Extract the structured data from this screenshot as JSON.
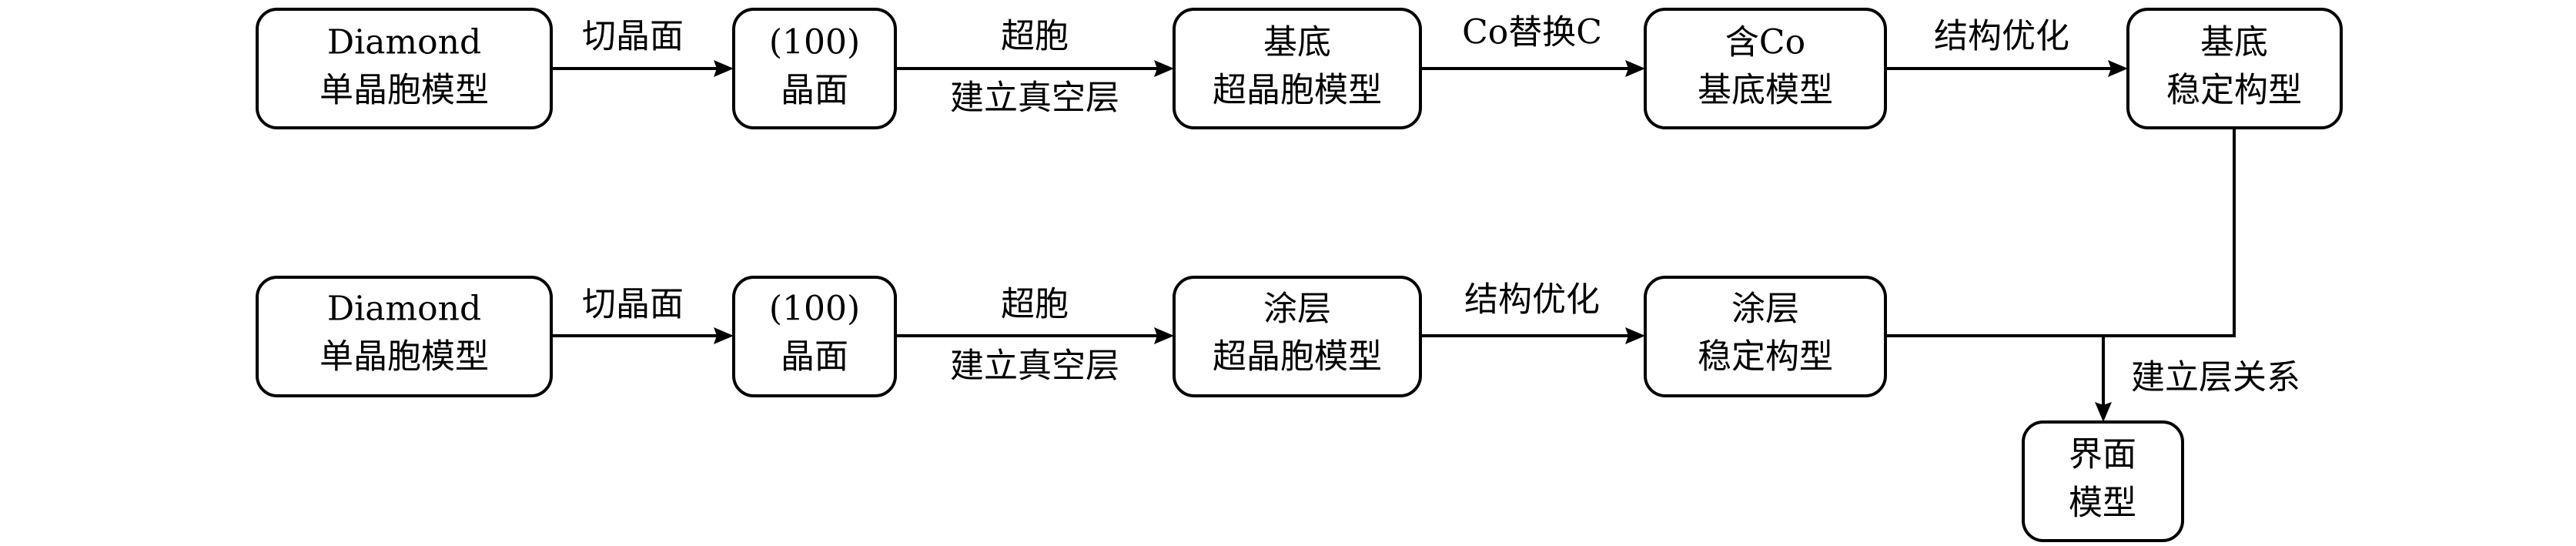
{
  "row1": {
    "diamond": {
      "line1": "Diamond",
      "line2": "单晶胞模型"
    },
    "face100": {
      "line1": "(100)",
      "line2": "晶面"
    },
    "substrate_supercell": {
      "line1": "基底",
      "line2": "超晶胞模型"
    },
    "co_substrate": {
      "line1": "含Co",
      "line2": "基底模型"
    },
    "substrate_stable": {
      "line1": "基底",
      "line2": "稳定构型"
    }
  },
  "row1_edges": {
    "cut_face": "切晶面",
    "supercell_top": "超胞",
    "supercell_bottom": "建立真空层",
    "co_replace": "Co替换C",
    "optimize": "结构优化"
  },
  "row2": {
    "diamond": {
      "line1": "Diamond",
      "line2": "单晶胞模型"
    },
    "face100": {
      "line1": "(100)",
      "line2": "晶面"
    },
    "coating_supercell": {
      "line1": "涂层",
      "line2": "超晶胞模型"
    },
    "coating_stable": {
      "line1": "涂层",
      "line2": "稳定构型"
    }
  },
  "row2_edges": {
    "cut_face": "切晶面",
    "supercell_top": "超胞",
    "supercell_bottom": "建立真空层",
    "optimize": "结构优化"
  },
  "interface": {
    "edge_label": "建立层关系",
    "line1": "界面",
    "line2": "模型"
  }
}
